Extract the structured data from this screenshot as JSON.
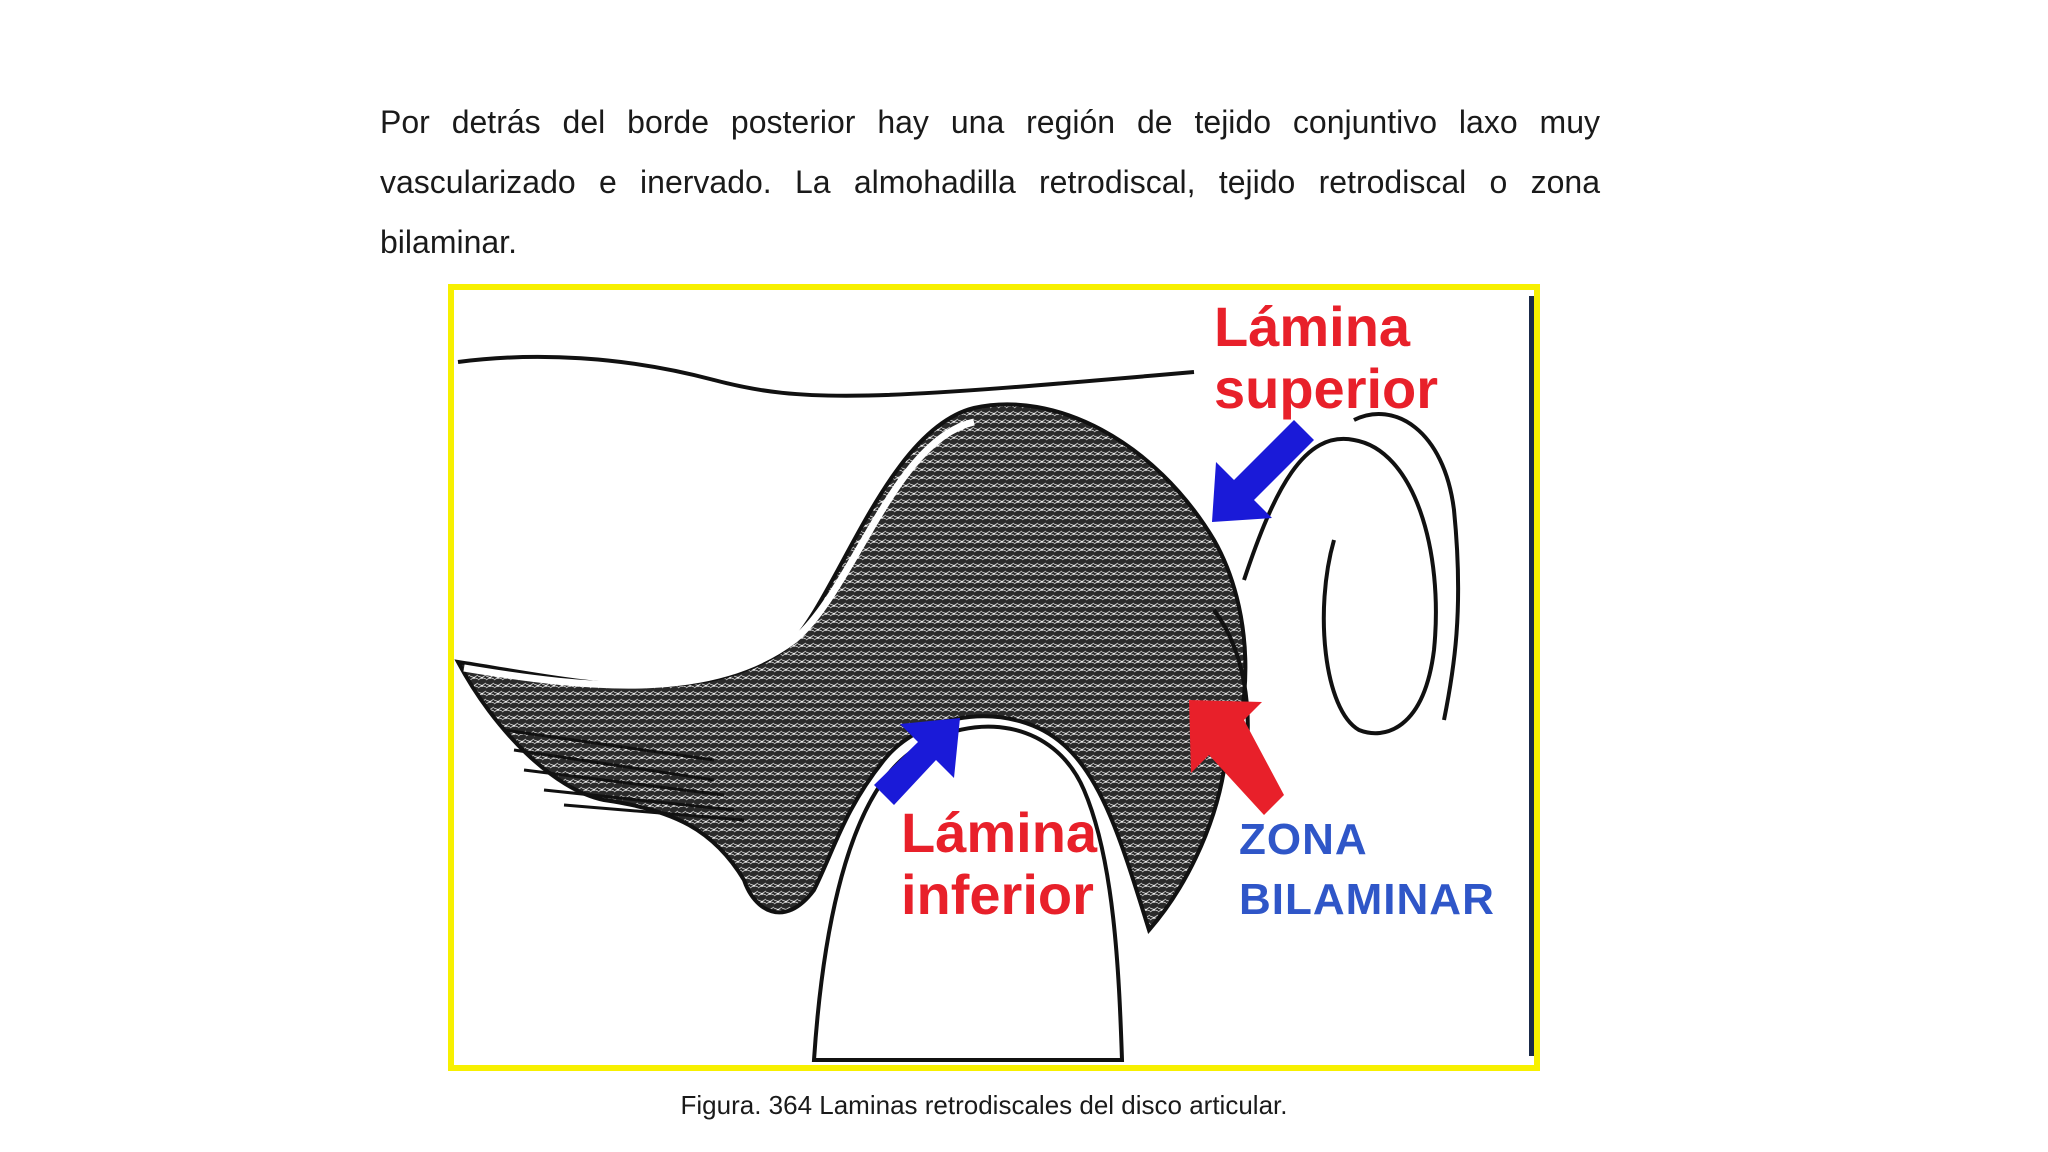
{
  "paragraph": {
    "text": "Por detrás del borde posterior hay  una región de tejido conjuntivo laxo muy vascularizado e inervado. La almohadilla  retrodiscal, tejido retrodiscal o  zona bilaminar."
  },
  "figure": {
    "labels": {
      "lamina_superior": [
        "Lámina",
        "superior"
      ],
      "lamina_inferior": [
        "Lámina",
        "inferior"
      ],
      "zona_bilaminar": [
        "ZONA",
        "BILAMINAR"
      ]
    },
    "caption": "Figura. 364 Laminas retrodiscales del disco articular.",
    "colors": {
      "frame": "#f7f000",
      "label_red": "#e8202a",
      "label_blue": "#2f56c8",
      "arrow_blue": "#1a1ad8",
      "arrow_red": "#e8202a"
    }
  }
}
